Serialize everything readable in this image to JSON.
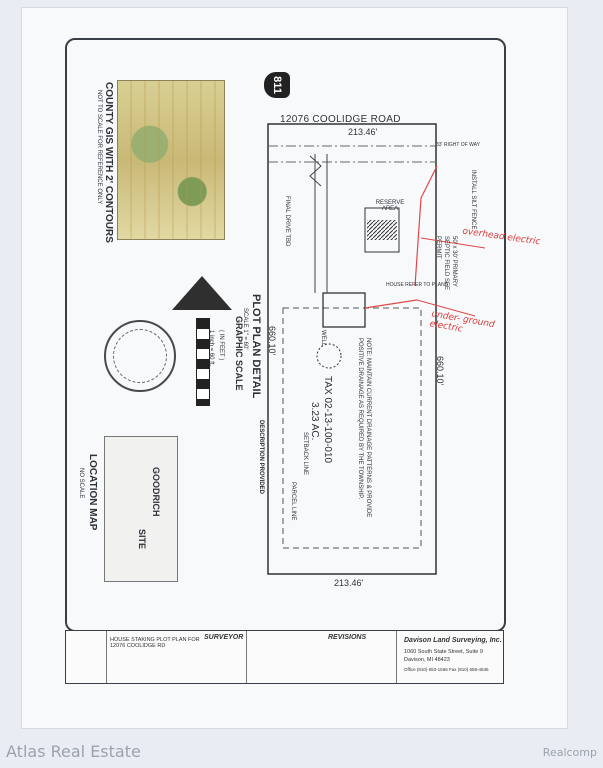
{
  "plan": {
    "road": "12076 COOLIDGE ROAD",
    "lot_width_top": "213.46'",
    "lot_width_bottom": "213.46'",
    "lot_depth_left": "660.10'",
    "lot_depth_right": "660.10'",
    "tax_id": "TAX 02-13-100-010",
    "acreage": "3.23 AC.",
    "gis_title": "COUNTY GIS WITH 2' CONTOURS",
    "gis_note": "NOT TO SCALE FOR REFERENCE ONLY",
    "plot_title": "PLOT PLAN DETAIL",
    "plot_scale": "SCALE 1\" = 60'",
    "graphic_scale_title": "GRAPHIC SCALE",
    "graphic_scale_unit": "( IN FEET )",
    "graphic_scale_ratio": "1 inch = 60 ft.",
    "location_map_title": "LOCATION MAP",
    "location_map_note": "NO SCALE",
    "map_town": "GOODRICH",
    "map_site": "SITE",
    "badge": "811",
    "reserve_area": "RESERVE AREA",
    "right_of_way": "33' RIGHT OF WAY",
    "setback_line": "SETBACK LINE",
    "parcel_line": "PARCEL LINE",
    "final_drive": "FINAL DRIVE TBD",
    "house": "HOUSE REFER TO PLANS",
    "well": "WELL",
    "silt_fence": "INSTALL SILT FENCE",
    "septic": "50' x 30' PRIMARY SEPTIC FIELD SEE PERMIT",
    "drainage_note": "NOTE: MAINTAIN CURRENT DRAINAGE PATTERNS & PROVIDE POSITIVE DRAINAGE AS REQUIRED BY THE TOWNSHIP.",
    "description_heading": "DESCRIPTION PROVIDED",
    "red_note_1": "overhead electric",
    "red_note_2": "under- ground electric"
  },
  "title_block": {
    "sheet_label": "HOUSE STAKING PLOT PLAN FOR 12076 COOLIDGE RD",
    "surveyor_heading": "SURVEYOR",
    "revisions_heading": "REVISIONS",
    "firm_name": "Davison Land Surveying, Inc.",
    "firm_address": "1060 South State Street, Suite 9",
    "firm_city": "Davison, MI 48423",
    "firm_phone": "Office (810) 653-1566   Fax (810) 658-4536"
  },
  "watermark": {
    "left": "Atlas Real Estate",
    "right": "Realcomp"
  }
}
